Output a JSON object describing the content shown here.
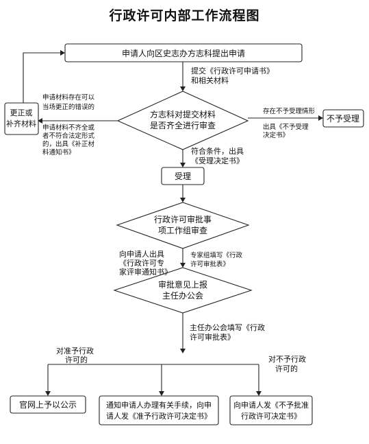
{
  "title": "行政许可内部工作流程图",
  "nodes": {
    "apply": "申请人向区史志办方志科提出申请",
    "review": [
      "方志科对提交材料",
      "是否齐全进行审查"
    ],
    "supplement": [
      "更正或",
      "补齐材料"
    ],
    "reject": "不予受理",
    "accept": "受理",
    "panel": [
      "行政许可审批事",
      "项工作组审查"
    ],
    "report": [
      "审批意见上报",
      "主任办公会"
    ],
    "publish": "官网上予以公示",
    "notify_grant": [
      "通知申请人办理有关手续，向申",
      "请人发《准予行政许可决定书》"
    ],
    "notify_deny": [
      "向申请人发《不予批准",
      "行政许可决定书》"
    ]
  },
  "edge_labels": {
    "submit": [
      "提交《行政许可申请书》",
      "和相关材料"
    ],
    "correctable": [
      "申请材料存在可以",
      "当场更正的错误的"
    ],
    "incomplete": [
      "申请材料不齐全或",
      "者不符合法定形式",
      "的，出具《补正材",
      "料通知书》"
    ],
    "not_accept": [
      "存在不予受理情形",
      "出具《不予受理",
      "决定书》"
    ],
    "qualified": [
      "符合条件，出具",
      "《受理决定书》"
    ],
    "expert_notice": [
      "向申请人出具",
      "《行政许可专",
      "家评审通知书》"
    ],
    "panel_form": [
      "专家组填写《行政",
      "许可审批表》"
    ],
    "office_form": [
      "主任办公会填写《行政",
      "许可审批表》"
    ],
    "grant": [
      "对准予行政",
      "许可的"
    ],
    "deny": [
      "对不予行政",
      "许可的"
    ]
  }
}
